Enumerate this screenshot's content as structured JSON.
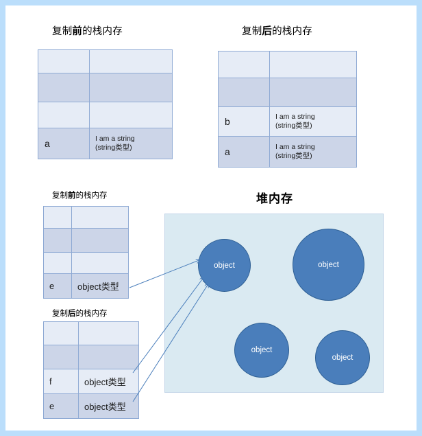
{
  "diagram": {
    "title_top_left": {
      "prefix": "复制",
      "bold": "前",
      "suffix": "的栈内存"
    },
    "title_top_right": {
      "prefix": "复制",
      "bold": "后",
      "suffix": "的栈内存"
    },
    "title_bottom_left_upper": {
      "prefix": "复制",
      "bold": "前",
      "suffix": "的栈内存"
    },
    "title_bottom_left_lower": {
      "prefix": "复制",
      "bold": "后",
      "suffix": "的栈内存"
    },
    "heap_title": "堆内存"
  },
  "stack_before_string": {
    "rows": [
      {
        "name": "",
        "value_line1": "",
        "value_line2": "",
        "shade": "light"
      },
      {
        "name": "",
        "value_line1": "",
        "value_line2": "",
        "shade": "dark"
      },
      {
        "name": "",
        "value_line1": "",
        "value_line2": "",
        "shade": "light"
      },
      {
        "name": "a",
        "value_line1": "I am a string",
        "value_line2": "(string类型)",
        "shade": "dark"
      }
    ]
  },
  "stack_after_string": {
    "rows": [
      {
        "name": "",
        "value_line1": "",
        "value_line2": "",
        "shade": "light"
      },
      {
        "name": "",
        "value_line1": "",
        "value_line2": "",
        "shade": "dark"
      },
      {
        "name": "b",
        "value_line1": "I am a string",
        "value_line2": "(string类型)",
        "shade": "light"
      },
      {
        "name": "a",
        "value_line1": "I am a string",
        "value_line2": "(string类型)",
        "shade": "dark"
      }
    ]
  },
  "stack_before_object": {
    "rows": [
      {
        "name": "",
        "value": "",
        "shade": "light"
      },
      {
        "name": "",
        "value": "",
        "shade": "dark"
      },
      {
        "name": "",
        "value": "",
        "shade": "light"
      },
      {
        "name": "e",
        "value": "object类型",
        "shade": "dark"
      }
    ]
  },
  "stack_after_object": {
    "rows": [
      {
        "name": "",
        "value": "",
        "shade": "light"
      },
      {
        "name": "",
        "value": "",
        "shade": "dark"
      },
      {
        "name": "f",
        "value": "object类型",
        "shade": "light"
      },
      {
        "name": "e",
        "value": "object类型",
        "shade": "dark"
      }
    ]
  },
  "heap": {
    "objects": [
      {
        "label": "object"
      },
      {
        "label": "object"
      },
      {
        "label": "object"
      },
      {
        "label": "object"
      }
    ]
  },
  "colors": {
    "page_border": "#bbdefb",
    "table_border": "#8faad4",
    "row_light": "#e6ecf6",
    "row_dark": "#ccd5e8",
    "heap_fill": "#daeaf2",
    "heap_border": "#c3d5e8",
    "object_fill": "#4a7ebb",
    "object_border": "#2e5f94",
    "arrow": "#4a7ebb"
  }
}
